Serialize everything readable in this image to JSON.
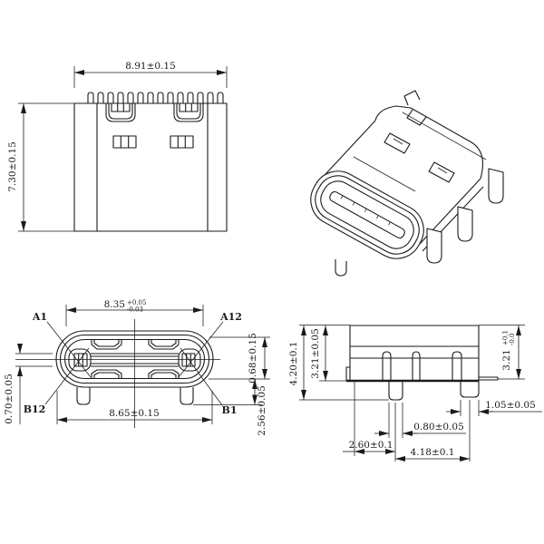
{
  "colors": {
    "line": "#1a1a1a",
    "background": "#ffffff"
  },
  "top_view": {
    "width_dim": "8.91±0.15",
    "height_dim": "7.30±0.15"
  },
  "front_view": {
    "top_dim": "8.35",
    "top_tol_plus": "+0.05",
    "top_tol_minus": "-0.03",
    "label_a1": "A1",
    "label_a12": "A12",
    "label_b12": "B12",
    "label_b1": "B1",
    "left_dim": "0.70±0.05",
    "bottom_dim": "8.65±0.15",
    "right_upper_dim": "0.68±0.15",
    "right_lower_dim": "2.56±0.05"
  },
  "side_view": {
    "height_dim": "4.20±0.1",
    "body_height_dim": "3.21±0.05",
    "right_dim": "3.21",
    "right_tol_plus": "+0.1",
    "right_tol_minus": "-0.0",
    "right_leg_dim": "1.05±0.05",
    "left_leg_dim": "0.80±0.05",
    "leg_offset_dim": "2.60±0.1",
    "leg_pitch_dim": "4.18±0.1"
  }
}
